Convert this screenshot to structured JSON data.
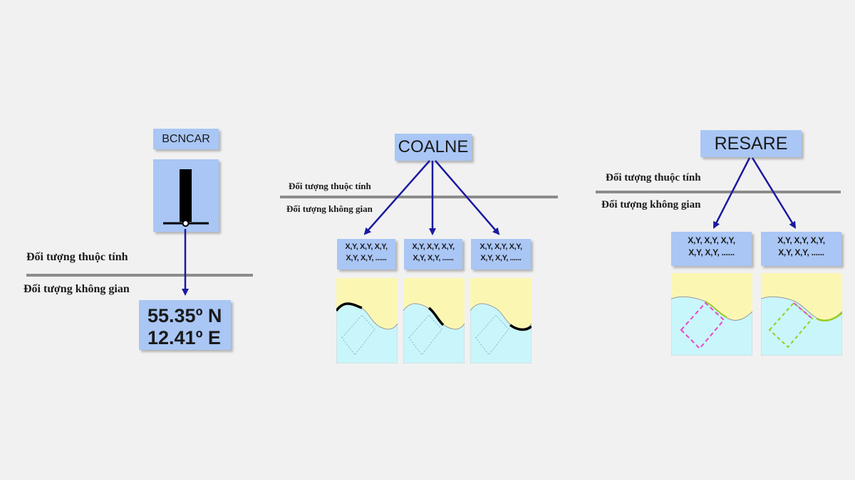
{
  "left": {
    "object_code": "BCNCAR",
    "attribute_label": "Đối tượng thuộc tính",
    "spatial_label": "Đối tượng không gian",
    "latitude": "55.35º N",
    "longitude": "12.41º E",
    "symbol_icon": "beacon-symbol-icon"
  },
  "middle": {
    "object_code": "COALNE",
    "attribute_label": "Đối tượng thuộc tính",
    "spatial_label": "Đối tượng không gian",
    "coord_lists": [
      {
        "line1": "X,Y, X,Y, X,Y,",
        "line2": "X,Y, X,Y, ......"
      },
      {
        "line1": "X,Y, X,Y, X,Y,",
        "line2": "X,Y, X,Y, ......"
      },
      {
        "line1": "X,Y, X,Y, X,Y,",
        "line2": "X,Y, X,Y, ......"
      }
    ],
    "map_icon": "coastline-map-icon"
  },
  "right": {
    "object_code": "RESARE",
    "attribute_label": "Đối tượng thuộc tính",
    "spatial_label": "Đối tượng không gian",
    "coord_lists": [
      {
        "line1": "X,Y, X,Y, X,Y,",
        "line2": "X,Y, X,Y, ......"
      },
      {
        "line1": "X,Y, X,Y, X,Y,",
        "line2": "X,Y, X,Y, ......"
      }
    ],
    "map_icon": "restricted-area-map-icon"
  },
  "colors": {
    "box": "#a9c6f5",
    "arrow": "#1a1aa0",
    "land": "#fbf7b3",
    "sea": "#c9f6fb",
    "coast_highlight": "#000000",
    "area_magenta": "#ee44cc",
    "area_green": "#99cc22"
  }
}
